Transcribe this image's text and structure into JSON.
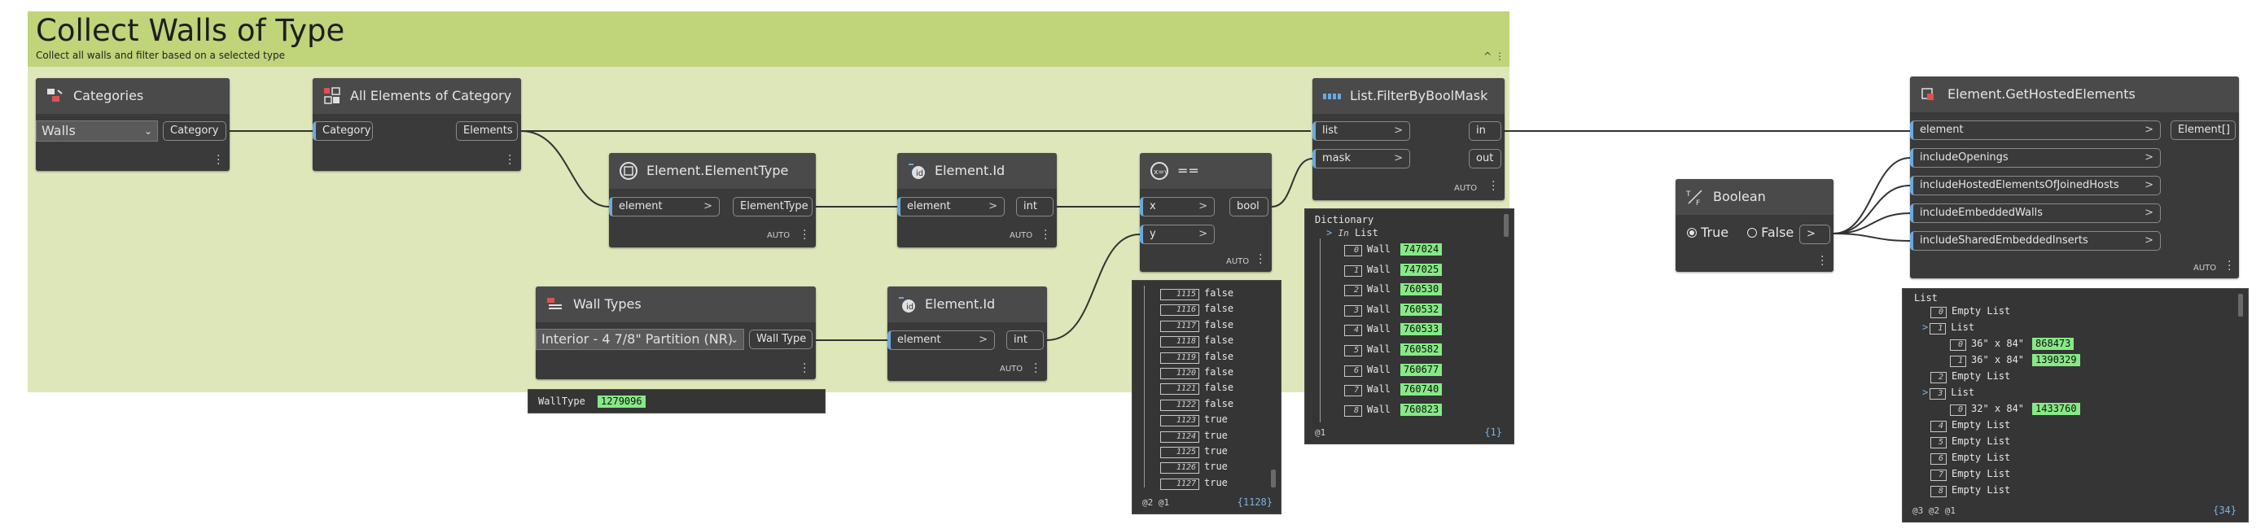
{
  "group": {
    "title": "Collect Walls of Type",
    "subtitle": "Collect all walls and filter based on a selected type",
    "collapse_glyph": "^ ⋮"
  },
  "nodes": {
    "categories": {
      "title": "Categories",
      "icon": "categories-icon",
      "dropdown_value": "Walls",
      "output": "Category"
    },
    "all_elements": {
      "title": "All Elements of Category",
      "icon": "all-elements-icon",
      "input": "Category",
      "output": "Elements"
    },
    "element_type": {
      "title": "Element.ElementType",
      "icon": "element-type-icon",
      "input": "element",
      "output": "ElementType",
      "lacing": "AUTO"
    },
    "element_id_1": {
      "title": "Element.Id",
      "icon": "element-id-icon",
      "input": "element",
      "output": "int",
      "lacing": "AUTO"
    },
    "equals": {
      "title": "==",
      "icon": "equals-icon",
      "inputs": [
        "x",
        "y"
      ],
      "output": "bool",
      "lacing": "AUTO"
    },
    "filter": {
      "title": "List.FilterByBoolMask",
      "icon": "filter-icon",
      "inputs": [
        "list",
        "mask"
      ],
      "outputs": [
        "in",
        "out"
      ],
      "lacing": "AUTO"
    },
    "wall_types": {
      "title": "Wall Types",
      "icon": "wall-types-icon",
      "dropdown_value": "Interior - 4 7/8\" Partition (NR)",
      "output": "Wall Type"
    },
    "element_id_2": {
      "title": "Element.Id",
      "icon": "element-id-icon",
      "input": "element",
      "output": "int",
      "lacing": "AUTO"
    },
    "boolean": {
      "title": "Boolean",
      "icon": "boolean-icon",
      "true_label": "True",
      "false_label": "False",
      "selected": "True",
      "output": ">"
    },
    "hosted": {
      "title": "Element.GetHostedElements",
      "icon": "hosted-elements-icon",
      "inputs": [
        "element",
        "includeOpenings",
        "includeHostedElementsOfJoinedHosts",
        "includeEmbeddedWalls",
        "includeSharedEmbeddedInserts"
      ],
      "output": "Element[]",
      "lacing": "AUTO"
    }
  },
  "previews": {
    "wall_type": {
      "label": "WallType",
      "value": "1279096"
    },
    "bools": {
      "rows": [
        {
          "index": "1115",
          "value": "false"
        },
        {
          "index": "1116",
          "value": "false"
        },
        {
          "index": "1117",
          "value": "false"
        },
        {
          "index": "1118",
          "value": "false"
        },
        {
          "index": "1119",
          "value": "false"
        },
        {
          "index": "1120",
          "value": "false"
        },
        {
          "index": "1121",
          "value": "false"
        },
        {
          "index": "1122",
          "value": "false"
        },
        {
          "index": "1123",
          "value": "true"
        },
        {
          "index": "1124",
          "value": "true"
        },
        {
          "index": "1125",
          "value": "true"
        },
        {
          "index": "1126",
          "value": "true"
        },
        {
          "index": "1127",
          "value": "true"
        }
      ],
      "levels": "@2 @1",
      "count": "{1128}"
    },
    "dict": {
      "title": "Dictionary",
      "key": "In",
      "key_type": "List",
      "rows": [
        {
          "index": "0",
          "type": "Wall",
          "value": "747024"
        },
        {
          "index": "1",
          "type": "Wall",
          "value": "747025"
        },
        {
          "index": "2",
          "type": "Wall",
          "value": "760530"
        },
        {
          "index": "3",
          "type": "Wall",
          "value": "760532"
        },
        {
          "index": "4",
          "type": "Wall",
          "value": "760533"
        },
        {
          "index": "5",
          "type": "Wall",
          "value": "760582"
        },
        {
          "index": "6",
          "type": "Wall",
          "value": "760677"
        },
        {
          "index": "7",
          "type": "Wall",
          "value": "760740"
        },
        {
          "index": "8",
          "type": "Wall",
          "value": "760823"
        }
      ],
      "levels": "@1",
      "count": "{1}"
    },
    "hosted": {
      "title": "List",
      "rows": [
        {
          "kind": "empty",
          "index": "0",
          "text": "Empty List"
        },
        {
          "kind": "sub",
          "index": "1",
          "text": "List"
        },
        {
          "kind": "item",
          "index": "0",
          "text": "36\" x 84\"",
          "value": "868473"
        },
        {
          "kind": "item",
          "index": "1",
          "text": "36\" x 84\"",
          "value": "1390329"
        },
        {
          "kind": "empty",
          "index": "2",
          "text": "Empty List"
        },
        {
          "kind": "sub",
          "index": "3",
          "text": "List"
        },
        {
          "kind": "item",
          "index": "0",
          "text": "32\" x 84\"",
          "value": "1433760"
        },
        {
          "kind": "empty",
          "index": "4",
          "text": "Empty List"
        },
        {
          "kind": "empty",
          "index": "5",
          "text": "Empty List"
        },
        {
          "kind": "empty",
          "index": "6",
          "text": "Empty List"
        },
        {
          "kind": "empty",
          "index": "7",
          "text": "Empty List"
        },
        {
          "kind": "empty",
          "index": "8",
          "text": "Empty List"
        }
      ],
      "levels": "@3 @2 @1",
      "count": "{34}"
    }
  },
  "colors": {
    "group_header": "#c0d47a",
    "group_body": "#dde7b9",
    "node": "#3a3a3a",
    "value_highlight": "#86e986",
    "input_port": "#6aa9e0"
  }
}
